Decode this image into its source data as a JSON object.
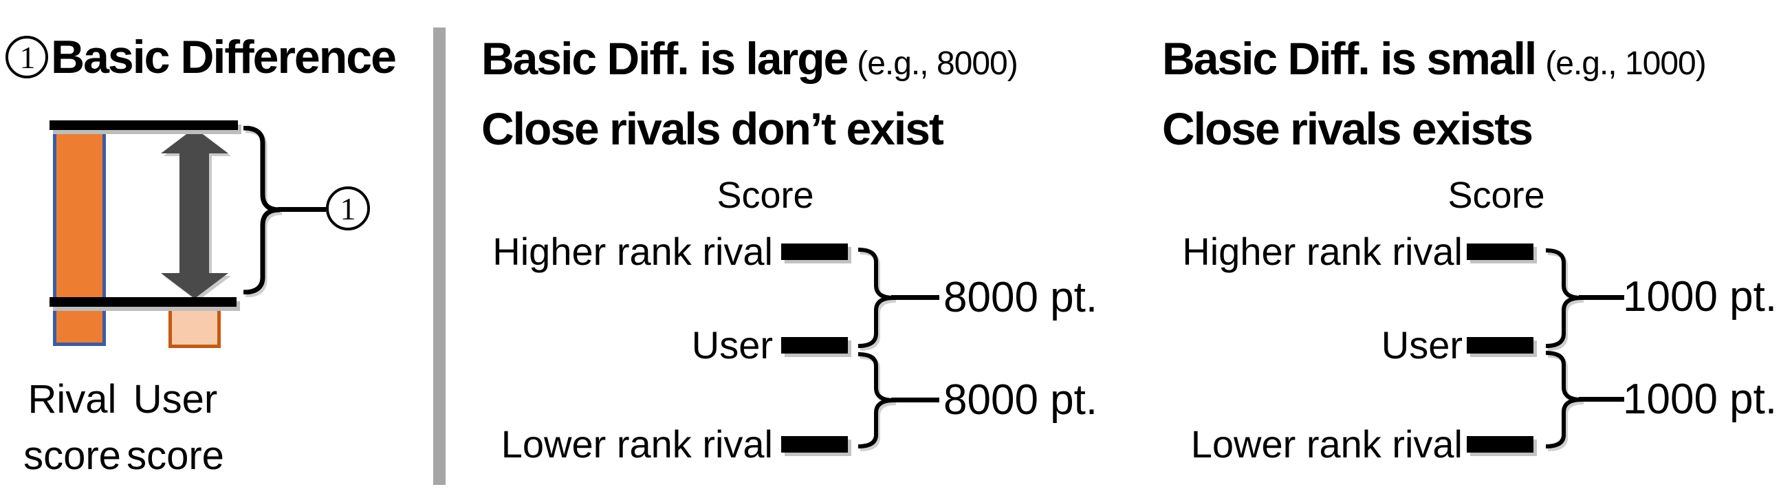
{
  "figure": {
    "left_panel": {
      "number": "1",
      "title": "Basic Difference",
      "callout_number": "1",
      "bar_labels": [
        {
          "line1": "Rival",
          "line2": "score"
        },
        {
          "line1": "User",
          "line2": "score"
        }
      ]
    },
    "middle_panel": {
      "title": "Basic Diff. is large",
      "title_note": "(e.g., 8000)",
      "subtitle": "Close rivals don’t exist",
      "axis_label": "Score",
      "entities": [
        "Higher rank rival",
        "User",
        "Lower rank rival"
      ],
      "gap_labels": [
        "8000 pt.",
        "8000 pt."
      ]
    },
    "right_panel": {
      "title": "Basic Diff. is small",
      "title_note": "(e.g., 1000)",
      "subtitle": "Close rivals exists",
      "axis_label": "Score",
      "entities": [
        "Higher rank rival",
        "User",
        "Lower rank rival"
      ],
      "gap_labels": [
        "1000 pt.",
        "1000 pt."
      ]
    },
    "colors": {
      "rival_bar_fill": "#ED7D31",
      "rival_bar_border": "#3A5CA8",
      "user_bar_fill": "#F8CBAD",
      "user_bar_border": "#C55A11",
      "arrow_gray": "#4A4A4A",
      "divider_gray": "#A6A6A6",
      "shape_black": "#000000"
    }
  }
}
